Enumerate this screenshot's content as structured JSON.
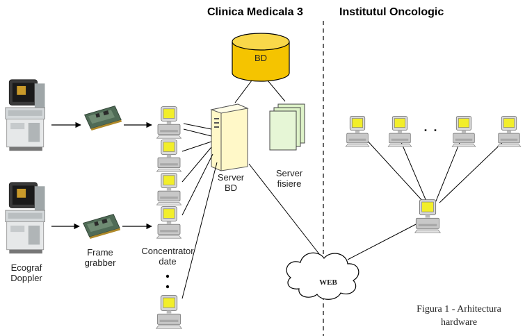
{
  "headers": {
    "clinic": "Clinica Medicala 3",
    "institute": "Institutul Oncologic"
  },
  "labels": {
    "db": "BD",
    "server_bd": [
      "Server",
      "BD"
    ],
    "server_files": [
      "Server",
      "fisiere"
    ],
    "ecograf": [
      "Ecograf",
      "Doppler"
    ],
    "frame_grabber": [
      "Frame",
      "grabber"
    ],
    "concentrator": [
      "Concentrator",
      "date"
    ],
    "web": "WEB",
    "caption": [
      "Figura 1 - Arhitectura",
      "hardware"
    ],
    "dots": ". ."
  },
  "colors": {
    "cylinder": "#f5c400",
    "server": "#fff8c8",
    "files": "#ddf2c8",
    "monitor_screen": "#f2ee2a",
    "pc_body": "#d9d9d9"
  }
}
